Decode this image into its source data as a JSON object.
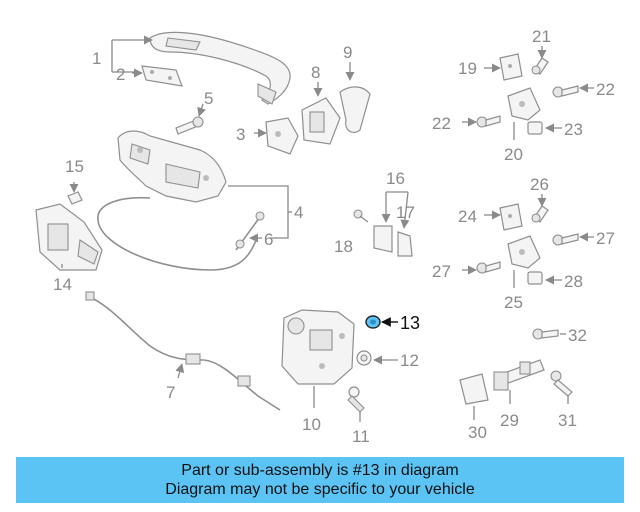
{
  "diagram": {
    "callouts": [
      "1",
      "2",
      "3",
      "4",
      "5",
      "6",
      "7",
      "8",
      "9",
      "10",
      "11",
      "12",
      "13",
      "14",
      "15",
      "16",
      "17",
      "18",
      "19",
      "20",
      "21",
      "22",
      "22",
      "23",
      "24",
      "25",
      "26",
      "27",
      "27",
      "28",
      "29",
      "30",
      "31",
      "32"
    ],
    "highlighted_part": "13"
  },
  "banner": {
    "line1": "Part or sub-assembly is #13 in diagram",
    "line2": "Diagram may not be specific to your vehicle",
    "color": "#5bc4f5"
  }
}
